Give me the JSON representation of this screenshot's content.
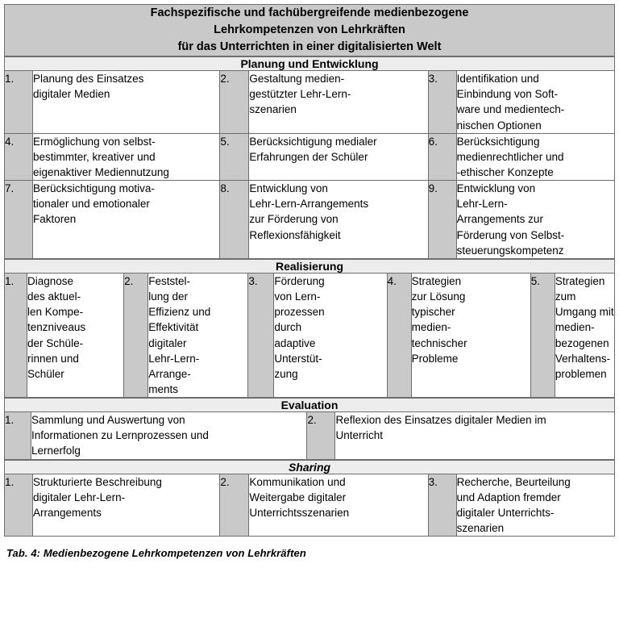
{
  "title": {
    "lines": [
      "Fachspezifische und fachübergreifende medienbezogene",
      "Lehrkompetenzen von Lehrkräften",
      "für das Unterrichten in einer digitalisierten Welt"
    ]
  },
  "colors": {
    "title_band": "#c9c9c9",
    "section_band": "#ededed",
    "number_cell": "#c9c9c9",
    "text_cell": "#ffffff",
    "border": "#6e6e6e",
    "text": "#000000"
  },
  "sections": [
    {
      "id": "planung",
      "heading": "Planung und Entwicklung",
      "italic": false,
      "columns": 3,
      "rows": [
        [
          {
            "num": "1.",
            "lines": [
              "Planung des Einsatzes",
              "digitaler Medien"
            ]
          },
          {
            "num": "2.",
            "lines": [
              "Gestaltung medien-",
              "gestützter Lehr-Lern-",
              "szenarien"
            ]
          },
          {
            "num": "3.",
            "lines": [
              "Identifikation und",
              "Einbindung von Soft-",
              "ware und medientech-",
              "nischen Optionen"
            ]
          }
        ],
        [
          {
            "num": "4.",
            "lines": [
              "Ermöglichung von selbst-",
              "bestimmter, kreativer und",
              "eigenaktiver Mediennutzung"
            ]
          },
          {
            "num": "5.",
            "lines": [
              "Berücksichtigung medialer",
              "Erfahrungen der Schüler"
            ]
          },
          {
            "num": "6.",
            "lines": [
              "Berücksichtigung",
              "medienrechtlicher und",
              "-ethischer Konzepte"
            ]
          }
        ],
        [
          {
            "num": "7.",
            "lines": [
              "Berücksichtigung motiva-",
              "tionaler und emotionaler",
              "Faktoren"
            ]
          },
          {
            "num": "8.",
            "lines": [
              "Entwicklung von",
              "Lehr-Lern-Arrangements",
              "zur Förderung von",
              "Reflexionsfähigkeit"
            ]
          },
          {
            "num": "9.",
            "lines": [
              "Entwicklung von",
              "Lehr-Lern-",
              "Arrangements zur",
              "Förderung von Selbst-",
              "steuerungskompetenz"
            ]
          }
        ]
      ]
    },
    {
      "id": "realisierung",
      "heading": "Realisierung",
      "italic": false,
      "columns": 5,
      "rows": [
        [
          {
            "num": "1.",
            "lines": [
              "Diagnose",
              "des aktuel-",
              "len Kompe-",
              "tenzniveaus",
              "der Schüle-",
              "rinnen und",
              "Schüler"
            ]
          },
          {
            "num": "2.",
            "lines": [
              "Feststel-",
              "lung der",
              "Effizienz und",
              "Effektivität",
              "digitaler",
              "Lehr-Lern-",
              "Arrange-",
              "ments"
            ]
          },
          {
            "num": "3.",
            "lines": [
              "Förderung",
              "von Lern-",
              "prozessen",
              "durch",
              "adaptive",
              "Unterstüt-",
              "zung"
            ]
          },
          {
            "num": "4.",
            "lines": [
              "Strategien",
              "zur Lösung",
              "typischer",
              "medien-",
              "technischer",
              "Probleme"
            ]
          },
          {
            "num": "5.",
            "lines": [
              "Strategien",
              "zum",
              "Umgang mit",
              "medien-",
              "bezogenen",
              "Verhaltens-",
              "problemen"
            ]
          }
        ]
      ]
    },
    {
      "id": "evaluation",
      "heading": "Evaluation",
      "italic": false,
      "columns": 2,
      "rows": [
        [
          {
            "num": "1.",
            "lines": [
              "Sammlung und Auswertung von",
              "Informationen zu Lernprozessen und",
              "Lernerfolg"
            ]
          },
          {
            "num": "2.",
            "lines": [
              "Reflexion des Einsatzes digitaler Medien im",
              "Unterricht"
            ]
          }
        ]
      ]
    },
    {
      "id": "sharing",
      "heading": "Sharing",
      "italic": true,
      "columns": 3,
      "rows": [
        [
          {
            "num": "1.",
            "lines": [
              "Strukturierte Beschreibung",
              "digitaler Lehr-Lern-",
              "Arrangements"
            ]
          },
          {
            "num": "2.",
            "lines": [
              "Kommunikation und",
              "Weitergabe digitaler",
              "Unterrichtsszenarien"
            ]
          },
          {
            "num": "3.",
            "lines": [
              "Recherche, Beurteilung",
              "und Adaption fremder",
              "digitaler Unterrichts-",
              "szenarien"
            ]
          }
        ]
      ]
    }
  ],
  "caption": "Tab. 4: Medienbezogene Lehrkompetenzen von Lehrkräften"
}
